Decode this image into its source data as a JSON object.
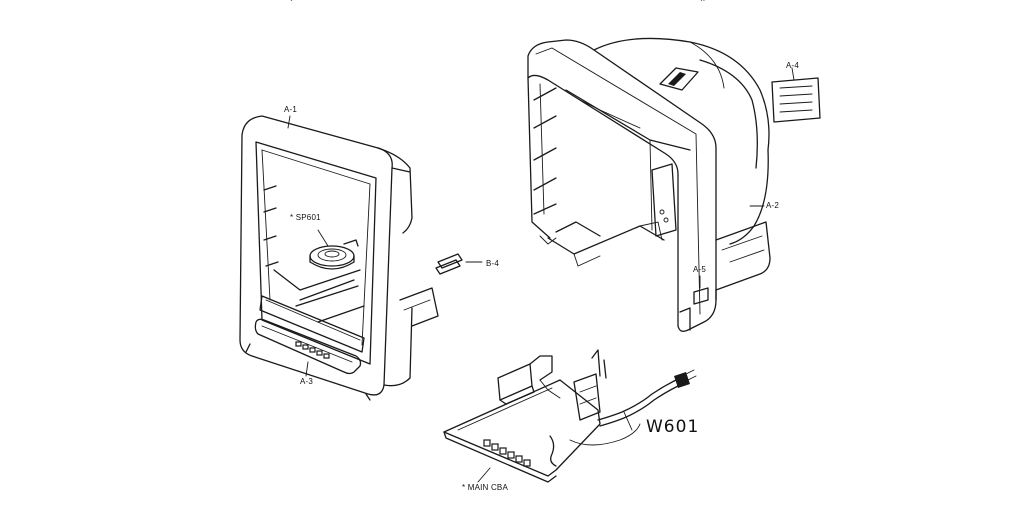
{
  "diagram": {
    "top_fragments": {
      "left": "·",
      "right": "··"
    },
    "labels": {
      "a1": "A-1",
      "a2": "A-2",
      "a3": "A-3",
      "a4": "A-4",
      "a5": "A-5",
      "b4": "B-4",
      "sp601": "* SP601",
      "main_cba": "* MAIN CBA",
      "w601": "W601"
    }
  }
}
